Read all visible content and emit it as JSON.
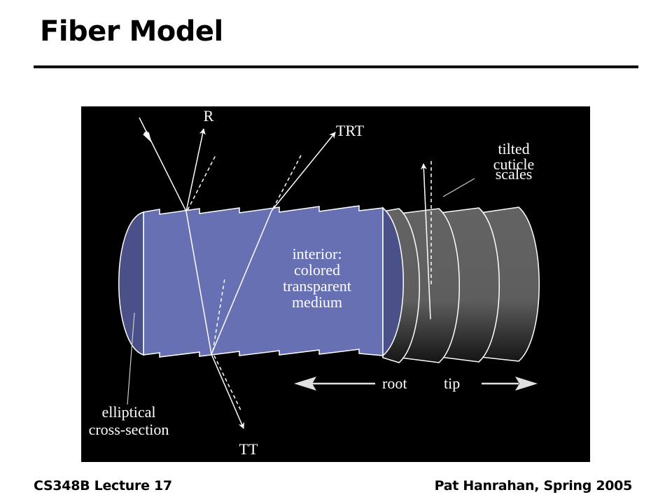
{
  "slide": {
    "title": "Fiber Model",
    "footer_left": "CS348B Lecture 17",
    "footer_right": "Pat Hanrahan, Spring 2005"
  },
  "diagram": {
    "colors": {
      "background": "#000000",
      "interior": "#6870b4",
      "interior_cap": "#4a5188",
      "cuticle": "#606060",
      "lines": "#ffffff",
      "direction_arrows": "#e0e0e0"
    },
    "ray_labels": {
      "reflection": "R",
      "transmission_reflection_transmission": "TRT",
      "double_transmission": "TT"
    },
    "annotations": {
      "cuticle_scales": [
        "tilted",
        "cuticle",
        "scales"
      ],
      "interior": [
        "interior:",
        "colored",
        "transparent",
        "medium"
      ],
      "cross_section": [
        "elliptical",
        "cross-section"
      ]
    },
    "direction": {
      "root": "root",
      "tip": "tip"
    }
  }
}
